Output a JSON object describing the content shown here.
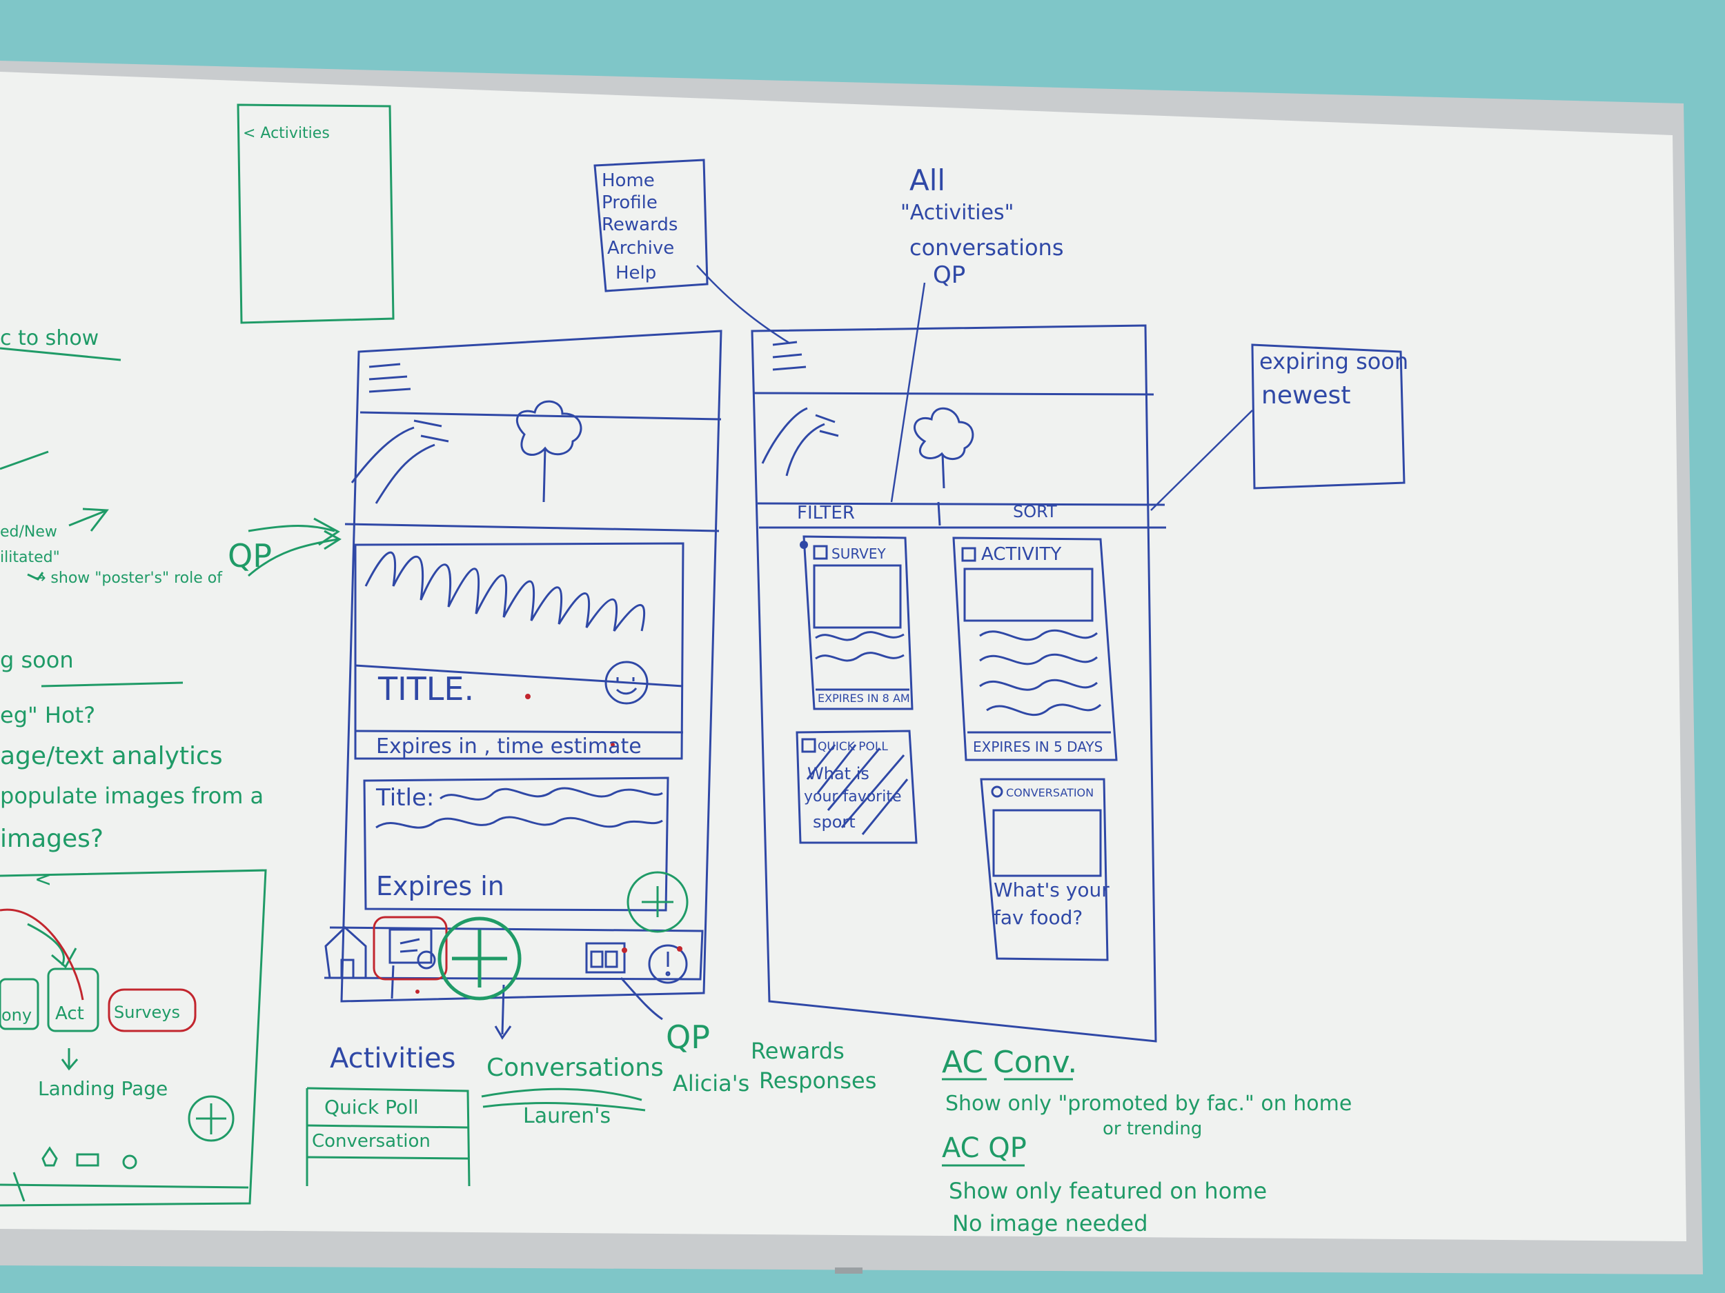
{
  "colors": {
    "wall": "#7fc6c8",
    "board": "#f2f4f2",
    "frame": "#c9ccce",
    "blue_marker": "#2f48a6",
    "green_marker": "#1f9b67",
    "red_marker": "#c2262e"
  },
  "left_notes": {
    "activities_back": "< Activities",
    "to_show": "c to show",
    "line_a": "ed/New",
    "line_b": "ilitated\"",
    "line_c": "→ show \"poster's\" role of",
    "line_d": "g soon",
    "line_e": "eg\" Hot?",
    "line_f": "age/text analytics",
    "line_g": "populate images from a",
    "line_h": "images?",
    "back_chevron": "<",
    "chip_1": "ony",
    "chip_2": "Act",
    "chip_3": "Surveys",
    "landing_page": "Landing Page"
  },
  "menu_box": {
    "items": [
      "Home",
      "Profile",
      "Rewards",
      "Archive",
      "Help"
    ]
  },
  "filter_note": {
    "lines": [
      "All",
      "\"Activities\"",
      "conversations",
      "QP"
    ]
  },
  "sort_box": {
    "items": [
      "expiring soon",
      "newest"
    ]
  },
  "phone_a": {
    "qp_label": "QP",
    "card1_title": "TITLE.",
    "card1_footer": "Expires in , time estimate",
    "card2_title": "Title:",
    "card2_footer": "Expires in"
  },
  "phone_b": {
    "filter": "FILTER",
    "sort": "SORT",
    "survey": "SURVEY",
    "survey_expiry": "EXPIRES IN 8 AM",
    "activity": "ACTIVITY",
    "activity_expiry": "EXPIRES IN 5 DAYS",
    "quick_poll": "QUICK POLL",
    "quick_poll_question": [
      "What is",
      "your favorite",
      "sport"
    ],
    "conversation": "CONVERSATION",
    "conversation_question": [
      "What's your",
      "fav food?"
    ]
  },
  "nav_labels": {
    "activities": "Activities",
    "conversations": "Conversations",
    "laurens": "Lauren's",
    "qp": "QP",
    "alicias": "Alicia's",
    "rewards": "Rewards",
    "responses": "Responses",
    "quick_poll": "Quick Poll",
    "conversation": "Conversation"
  },
  "notes": {
    "ac_conv": "AC Conv.",
    "ac_conv_rule": "Show only \"promoted by fac.\" on home",
    "ac_conv_rule2": "or trending",
    "ac_qp": "AC QP",
    "ac_qp_rule": "Show only featured on home",
    "ac_qp_rule2": "No image needed"
  },
  "icons": {
    "home": "home-icon",
    "activities": "activities-icon",
    "add": "plus-icon",
    "rewards": "rewards-icon",
    "alert": "alert-icon",
    "hamburger": "hamburger-icon",
    "tree": "tree-icon",
    "smiley": "smiley-icon"
  }
}
